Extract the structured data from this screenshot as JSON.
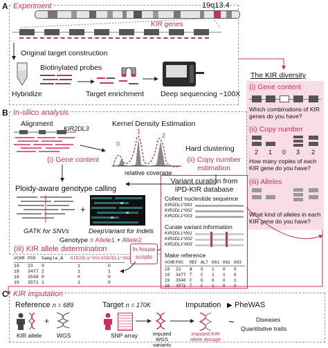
{
  "panels": {
    "a": {
      "letter": "A",
      "title": "Experiment"
    },
    "b": {
      "letter": "B",
      "title": "In-silico analysis"
    },
    "c": {
      "letter": "C",
      "title": "KIR imputation"
    }
  },
  "experiment": {
    "band_label": "19q13.4",
    "kir_genes": "KIR genes",
    "original_target": "Original target construction",
    "biotinylated": "Biotinylated probes",
    "hybridize": "Hybridize",
    "target_enrichment": "Target enrichment",
    "deep_sequencing": "Deep sequencing ~100X"
  },
  "diversity": {
    "title": "The KIR diversity",
    "gene_content": "(i) Gene content",
    "gene_content_q": "Which combinations of KIR genes do you have?",
    "copy_number": "(ii) Copy number",
    "copy_numbers": [
      "2",
      "1",
      "0",
      "3",
      "2"
    ],
    "copy_number_q": "How many copies of each KIR gene do you have?",
    "alleles": "(iii) Alleles",
    "alleles_q": "What kind of alleles in each KIR gene do you have?"
  },
  "insilico": {
    "alignment": "Alignment",
    "kir2dl3": "KIR2DL3",
    "gene_content": "(i) Gene content",
    "kde": "Kernel Density Estimation",
    "peaks": [
      "0",
      "1",
      "2"
    ],
    "hard_clustering": "Hard clustering",
    "copy_number_est": "(ii) Copy number estimation",
    "relative_coverage": "relative coverage",
    "ploidy": "Ploidy-aware genotype calling",
    "gatk": "GATK for SNVs",
    "deepvariant": "DeepVariant for Indels",
    "genotype_prefix": "Genotype = ",
    "allele1": "Allele1",
    "plus": " + ",
    "allele2": "Allele2",
    "allele_det": "(iii) KIR allele determination",
    "inhouse": "In-house scripts"
  },
  "genotype_table": {
    "headers": [
      "#CHR",
      "POS",
      "Sample_A",
      "KIR2DL1*001",
      "KIR2DL1*002"
    ],
    "rows": [
      [
        "19",
        "23",
        "0",
        "1",
        "0"
      ],
      [
        "19",
        "3477",
        "2",
        "1",
        "1"
      ],
      [
        "19",
        "3548",
        "0",
        "0",
        "0"
      ],
      [
        "19",
        "3571",
        "1",
        "1",
        "0"
      ]
    ]
  },
  "curation": {
    "title": "Variant curation from IPD-KIR database",
    "collect": "Collect nucleotide sequence",
    "curate": "Curate variant information",
    "make_ref": "Make reference",
    "seq_names": [
      "KIR2DL1*001",
      "KIR2DL1*002",
      "KIR2DL1*003"
    ],
    "table_headers": [
      "#CHR",
      "POS",
      "REF",
      "ALT",
      "001",
      "002",
      "003"
    ],
    "table_rows": [
      [
        "19",
        "23",
        "A",
        "G",
        "1",
        "0",
        "0"
      ],
      [
        "19",
        "3477",
        "T",
        "C",
        "1",
        "1",
        "0"
      ],
      [
        "19",
        "3548",
        "C",
        "G",
        "0",
        "0",
        "1"
      ],
      [
        "19",
        "3571",
        "T",
        "C",
        "1",
        "0",
        "0"
      ]
    ]
  },
  "imputation": {
    "reference": "Reference",
    "ref_n": "n = 689",
    "target": "Target",
    "target_n": "n = 170K",
    "imputation": "Imputation",
    "phewas": "PheWAS",
    "kir_allele": "KIR allele",
    "wgs": "WGS",
    "snp_array": "SNP array",
    "imputed_wgs": "imputed WGS variants",
    "imputed_kir": "imputed KIR allele dosage",
    "diseases": "Diseases",
    "quant": "Quantitative traits"
  },
  "colors": {
    "accent": "#c8325a",
    "pink_bg": "#f8dde4",
    "dash": "#9a9a9a"
  }
}
